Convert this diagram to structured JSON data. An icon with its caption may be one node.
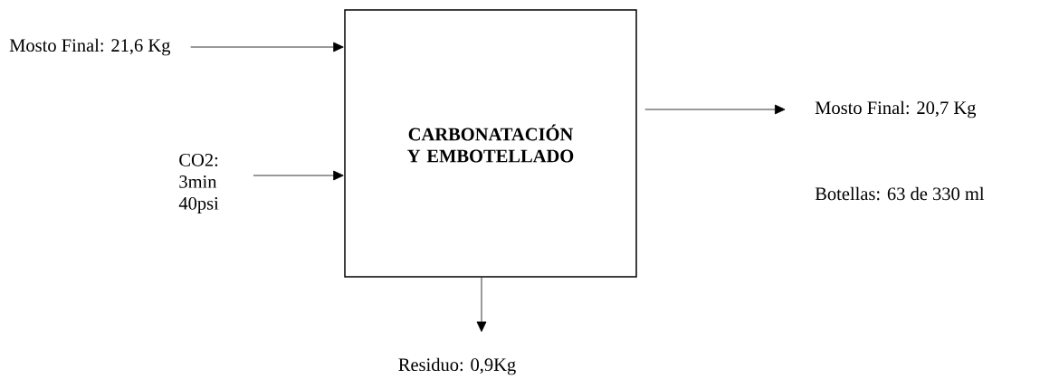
{
  "diagram": {
    "nodes": [
      {
        "text": [
          "CARBONATACIÓN Y EMBOTELLADO"
        ]
      },
      {
        "text": [
          "Mosto Final: 21,6 Kg"
        ]
      },
      {
        "text": [
          "CO2:",
          "3min",
          "40psi"
        ]
      },
      {
        "text": [
          "Mosto Final: 20,7 Kg"
        ]
      },
      {
        "text": [
          "Residuo: 0,9Kg"
        ]
      }
    ],
    "edges": [
      {
        "from": 1,
        "to": 0,
        "arrow": "to"
      },
      {
        "from": 2,
        "to": 0,
        "arrow": "to"
      },
      {
        "from": 0,
        "to": 3,
        "arrow": "to"
      },
      {
        "from": 0,
        "to": 4,
        "arrow": "to"
      }
    ],
    "labels": [
      "Botellas: 63 de 330 ml"
    ]
  }
}
